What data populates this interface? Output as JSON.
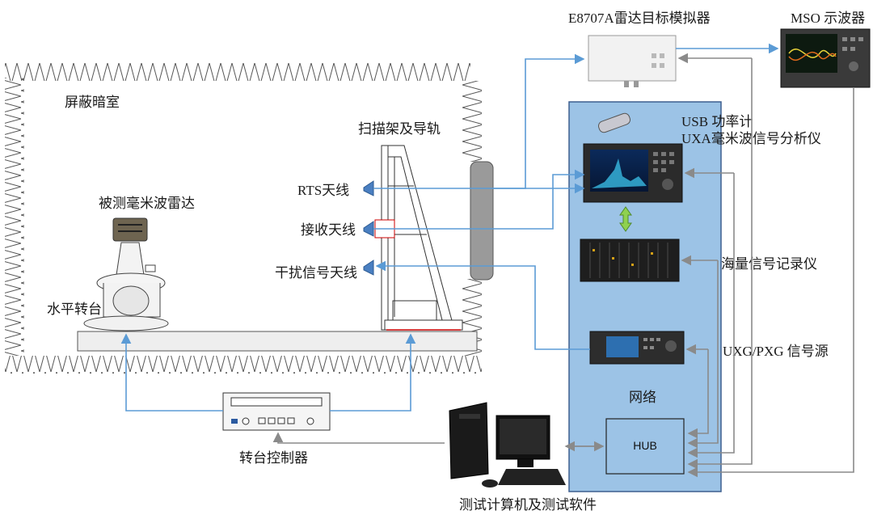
{
  "labels": {
    "shielded_room": "屏蔽暗室",
    "scan_frame": "扫描架及导轨",
    "rts_antenna": "RTS天线",
    "rx_antenna": "接收天线",
    "jam_antenna": "干扰信号天线",
    "dut_radar": "被测毫米波雷达",
    "turntable": "水平转台",
    "turntable_controller": "转台控制器",
    "radar_simulator": "E8707A雷达目标模拟器",
    "oscilloscope": "MSO 示波器",
    "power_meter": "USB 功率计",
    "signal_analyzer": "UXA毫米波信号分析仪",
    "recorder": "海量信号记录仪",
    "signal_source": "UXG/PXG 信号源",
    "network": "网络",
    "hub": "HUB",
    "test_pc": "测试计算机及测试软件"
  },
  "colors": {
    "rf_link": "#5b9bd5",
    "control_link": "#9a9a9a",
    "rack_fill": "#9cc3e6",
    "rack_border": "#3d5f8f",
    "absorber": "#555555"
  }
}
